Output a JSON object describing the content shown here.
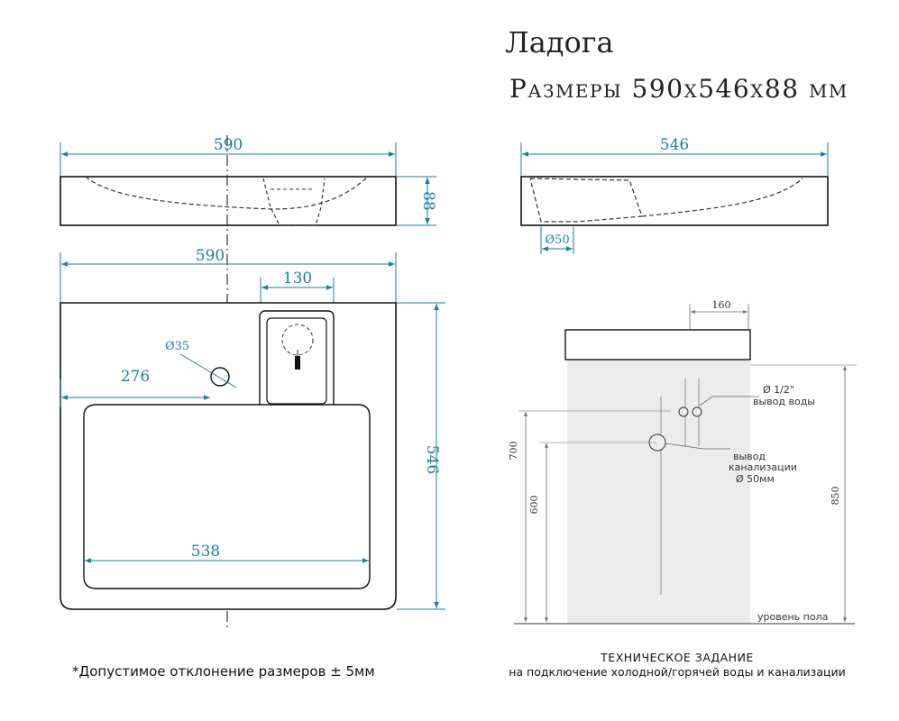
{
  "header": {
    "title": "Ладога",
    "subtitle": "Размеры 590x546x88 мм"
  },
  "front_view": {
    "width_label": "590",
    "height_label": "88"
  },
  "side_view": {
    "width_label": "546",
    "drain_label": "Ø50"
  },
  "top_view": {
    "width_label": "590",
    "faucet_label": "130",
    "hole_label": "Ø35",
    "offset_label": "276",
    "depth_label": "546",
    "bowl_label": "538"
  },
  "install": {
    "offset_label": "160",
    "water_label_1": "Ø 1/2\"",
    "water_label_2": "вывод воды",
    "sewer_label_1": "вывод",
    "sewer_label_2": "канализации",
    "sewer_label_3": "Ø 50мм",
    "h700": "700",
    "h600": "600",
    "h850": "850",
    "floor_label": "уровень пола"
  },
  "notes": {
    "tolerance": "*Допустимое отклонение размеров ± 5мм",
    "spec_title": "ТЕХНИЧЕСКОЕ ЗАДАНИЕ",
    "spec_subtitle": "на подключение холодной/горячей воды и канализации"
  },
  "colors": {
    "dimension": "#1a7ea0",
    "outline": "#111111",
    "install_background": "#ececec"
  }
}
